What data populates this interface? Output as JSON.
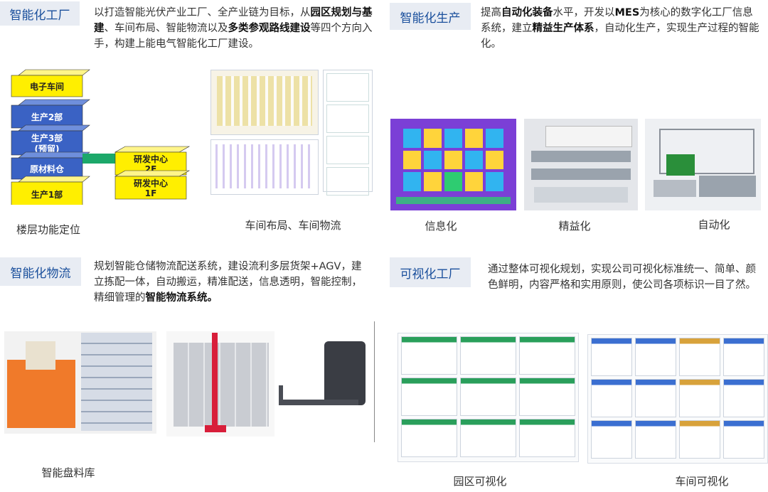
{
  "s1": {
    "tag": "智能化工厂",
    "p": [
      {
        "t": "以打造智能光伏产业工厂、全产业链为目标，从",
        "b": false
      },
      {
        "t": "园区规划与基建",
        "b": true
      },
      {
        "t": "、车间布局、智能物流以及",
        "b": false
      },
      {
        "t": "多类参观路线建设",
        "b": true
      },
      {
        "t": "等四个方向入手，构建上能电气智能化工厂建设。",
        "b": false
      }
    ],
    "floors": [
      "电子车间",
      "生产2部",
      "生产3部\n(预留)",
      "原材料仓",
      "生产1部"
    ],
    "rd": [
      "研发中心\n2F",
      "研发中心\n1F"
    ],
    "cap_floor": "楼层功能定位",
    "cap_layout": "车间布局、车间物流"
  },
  "s2": {
    "tag": "智能化生产",
    "p": [
      {
        "t": "提高",
        "b": false
      },
      {
        "t": "自动化装备",
        "b": true
      },
      {
        "t": "水平，开发以",
        "b": false
      },
      {
        "t": "MES",
        "b": true
      },
      {
        "t": "为核心的数字化工厂信息系统，建立",
        "b": false
      },
      {
        "t": "精益生产体系",
        "b": true
      },
      {
        "t": "，自动化生产，实现生产过程的智能化。",
        "b": false
      }
    ],
    "caps": [
      "信息化",
      "精益化",
      "自动化"
    ]
  },
  "s3": {
    "tag": "智能化物流",
    "p": [
      {
        "t": "规划智能仓储物流配送系统，建设流利多层货架+AGV，建立拣配一体，自动搬运，精准配送，信息透明，智能控制，精细管理的",
        "b": false
      },
      {
        "t": "智能物流系统。",
        "b": true
      }
    ],
    "cap": "智能盘料库"
  },
  "s4": {
    "tag": "可视化工厂",
    "p": [
      {
        "t": "通过整体可视化规划，实现公司可视化标准统一、简单、颜色鲜明，内容严格和实用原则，使公司各项标识一目了然。",
        "b": false
      }
    ],
    "caps": [
      "园区可视化",
      "车间可视化"
    ]
  },
  "colors": {
    "tag_bg": "#e8ecf3",
    "tag_text": "#1a4f9c",
    "yellow": "#ffef00",
    "blue": "#3a62c4",
    "mes_purple": "#7b3fd6"
  }
}
